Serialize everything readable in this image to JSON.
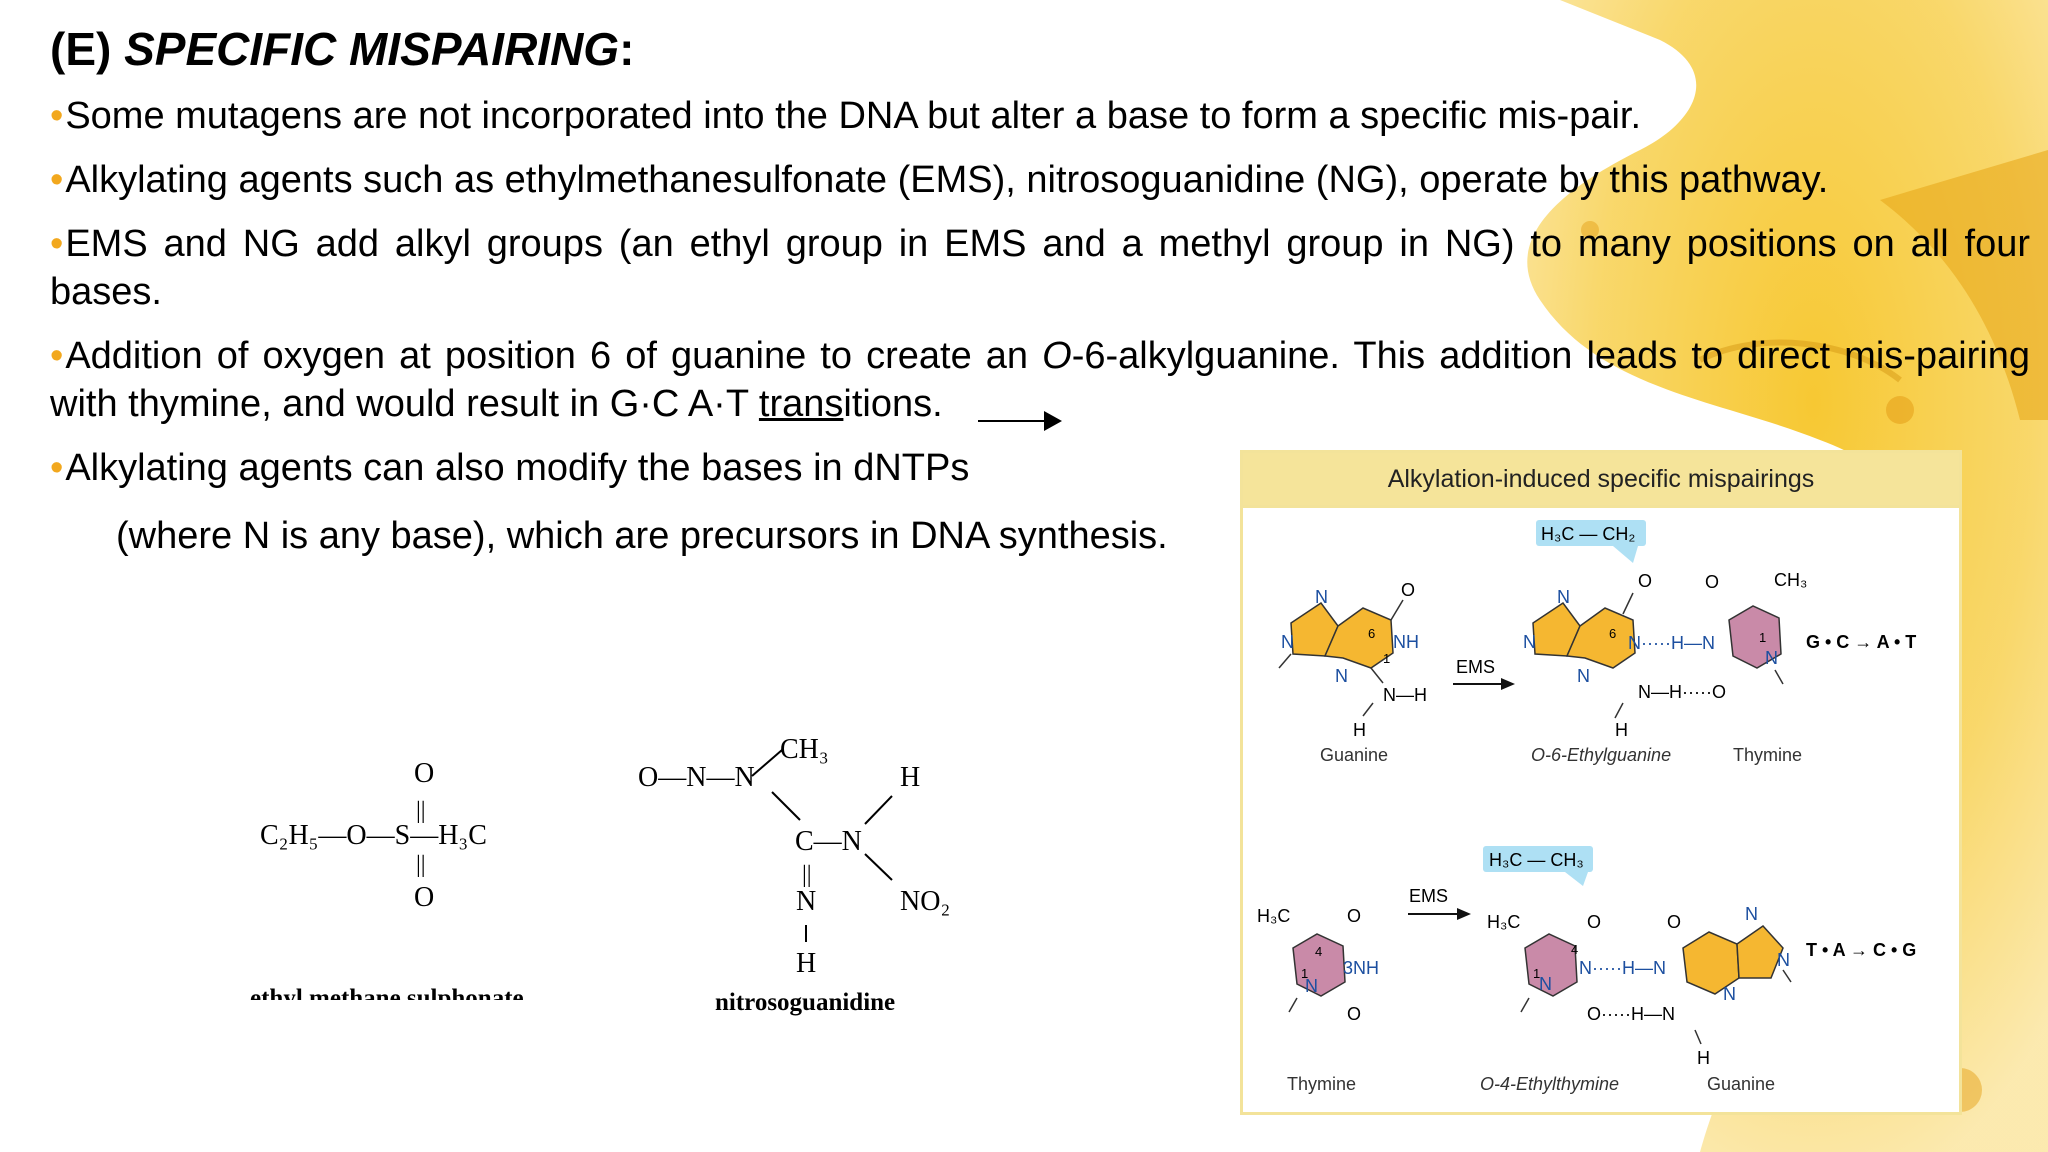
{
  "slide": {
    "title_prefix": "(E) ",
    "title_em": "SPECIFIC MISPAIRING",
    "title_suffix": ":",
    "bullet_marker": "•",
    "bullets": [
      "Some mutagens are not incorporated into the DNA but alter a base to form a specific mis-pair.",
      "Alkylating agents such as ethylmethanesulfonate (EMS), nitrosoguanidine (NG), operate by this pathway.",
      "EMS and NG add alkyl groups (an ethyl group in EMS and a methyl group in NG) to many positions on all four bases.",
      "Alkylating agents can also modify the bases in dNTPs"
    ],
    "bullet4": {
      "part1": "Addition of oxygen at position 6 of guanine to create an ",
      "italic": "O",
      "part2": "-6-alkylguanine. This addition leads to direct      mis-pairing with thymine, and would result in G·C      A·T ",
      "underlined": "trans",
      "part3": "itions."
    },
    "indent_line": "(where N is any base), which are precursors in DNA synthesis."
  },
  "structures": {
    "ems": {
      "o_top": "O",
      "o_bottom": "O",
      "dbl": "||",
      "left": "C₂H₅—O—S—H₃C",
      "caption": "ethyl methane sulphonate"
    },
    "ng": {
      "chain": "O—N—N",
      "ch3": "CH₃",
      "cn": "C—N",
      "h_right": "H",
      "no2": "NO₂",
      "n_low": "N",
      "h_low": "H",
      "dbl": "||",
      "caption": "nitrosoguanidine"
    }
  },
  "figure": {
    "title": "Alkylation-induced specific mispairings",
    "top": {
      "ethyl": "H₃C — CH₂",
      "ems": "EMS",
      "result": "G • C → A • T",
      "labels": {
        "guanine": "Guanine",
        "o6": "O-6-Ethylguanine",
        "thymine": "Thymine"
      }
    },
    "bottom": {
      "ethyl": "H₃C — CH₃",
      "ems": "EMS",
      "result": "T • A → C • G",
      "labels": {
        "thymine": "Thymine",
        "o4": "O-4-Ethylthymine",
        "guanine": "Guanine"
      }
    },
    "atoms": {
      "N": "N",
      "O": "O",
      "H": "H",
      "NH": "NH",
      "NH1": "1NH",
      "NH3": "3NH",
      "N_H": "N—H",
      "CH3": "CH₃",
      "H3C": "H₃C",
      "six": "6",
      "one": "1",
      "four": "4",
      "three": "3",
      "hbond1": "N·····H—N",
      "hbond2": "N—H·····O",
      "hbond3": "N·····H—N",
      "hbond4": "O·····H—N"
    },
    "colors": {
      "purine": "#f5b731",
      "pyrimidine": "#c98aa8",
      "ethyl_highlight": "#aee0f4"
    }
  }
}
